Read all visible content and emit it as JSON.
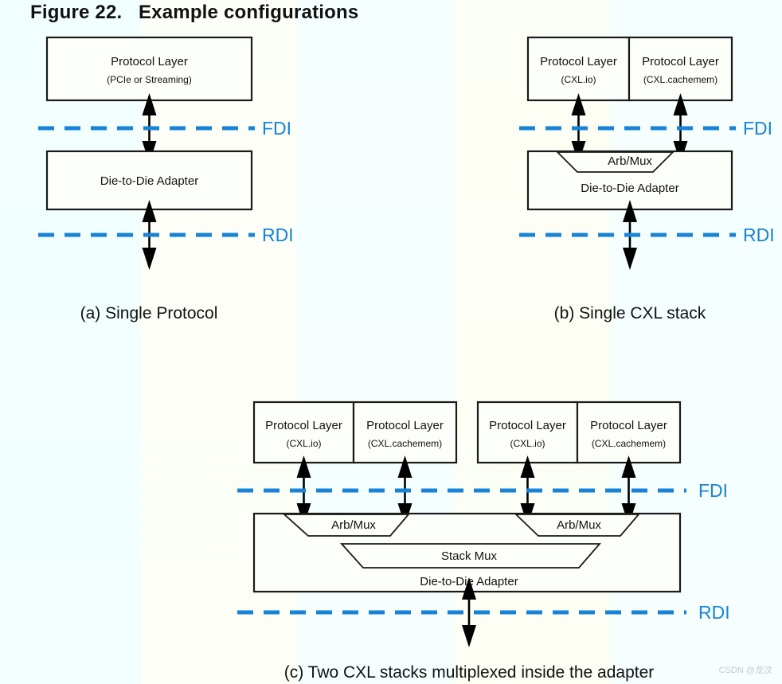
{
  "figure": {
    "title": "Figure 22.   Example configurations"
  },
  "labels": {
    "protocol_layer": "Protocol Layer",
    "pcie_or_streaming": "(PCIe or Streaming)",
    "cxl_io": "(CXL.io)",
    "cxl_cachemem": "(CXL.cachemem)",
    "die_to_die_adapter": "Die-to-Die Adapter",
    "arb_mux": "Arb/Mux",
    "stack_mux": "Stack Mux",
    "fdi": "FDI",
    "rdi": "RDI"
  },
  "panels": [
    {
      "id": "a",
      "caption": "(a) Single Protocol",
      "boxes": [
        {
          "name": "protocol-layer",
          "title": "Protocol Layer",
          "subtitle": "(PCIe or Streaming)"
        },
        {
          "name": "die-to-die-adapter",
          "title": "Die-to-Die Adapter",
          "subtitle": ""
        }
      ],
      "interfaces": [
        "FDI",
        "RDI"
      ],
      "arrow_count": 2
    },
    {
      "id": "b",
      "caption": "(b) Single CXL stack",
      "boxes": [
        {
          "name": "protocol-layer-cxl-io",
          "title": "Protocol Layer",
          "subtitle": "(CXL.io)"
        },
        {
          "name": "protocol-layer-cxl-cachemem",
          "title": "Protocol Layer",
          "subtitle": "(CXL.cachemem)"
        },
        {
          "name": "die-to-die-adapter",
          "title": "Die-to-Die Adapter",
          "subtitle": ""
        }
      ],
      "inner_blocks": [
        "Arb/Mux"
      ],
      "interfaces": [
        "FDI",
        "RDI"
      ],
      "arrow_count": 3
    },
    {
      "id": "c",
      "caption": "(c) Two CXL stacks multiplexed inside the adapter",
      "boxes": [
        {
          "name": "stack1-protocol-layer-cxl-io",
          "title": "Protocol Layer",
          "subtitle": "(CXL.io)"
        },
        {
          "name": "stack1-protocol-layer-cxl-cachemem",
          "title": "Protocol Layer",
          "subtitle": "(CXL.cachemem)"
        },
        {
          "name": "stack2-protocol-layer-cxl-io",
          "title": "Protocol Layer",
          "subtitle": "(CXL.io)"
        },
        {
          "name": "stack2-protocol-layer-cxl-cachemem",
          "title": "Protocol Layer",
          "subtitle": "(CXL.cachemem)"
        },
        {
          "name": "die-to-die-adapter",
          "title": "Die-to-Die Adapter",
          "subtitle": ""
        }
      ],
      "inner_blocks": [
        "Arb/Mux",
        "Arb/Mux",
        "Stack Mux"
      ],
      "interfaces": [
        "FDI",
        "RDI"
      ],
      "arrow_count": 5
    }
  ],
  "watermark": "CSDN @龙汶",
  "colors": {
    "interface_blue": "#1683d8",
    "outline_black": "#1a1a1a",
    "box_fill": "#fdfffa",
    "watermark_gray": "#c9c9c9"
  }
}
